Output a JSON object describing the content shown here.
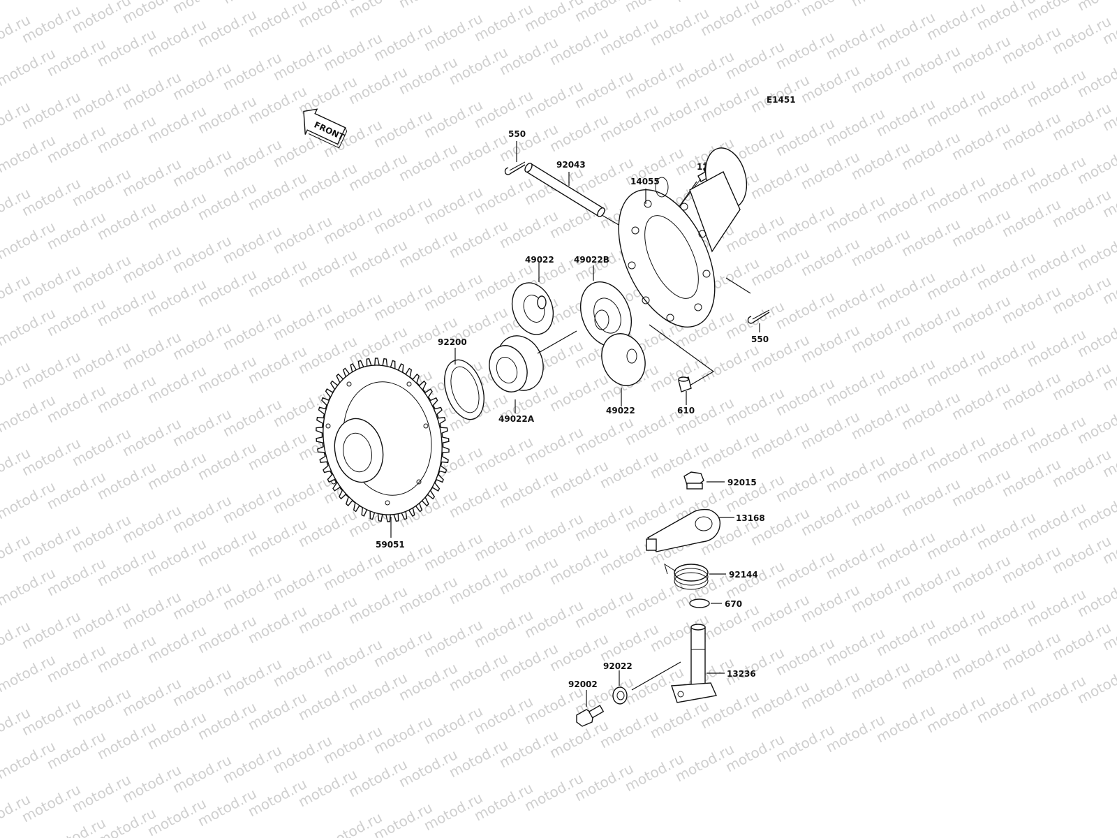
{
  "watermark": "motod.ru",
  "diagram_code": "E1451",
  "front_label": "FRONT",
  "callouts": {
    "c550a": "550",
    "c92043": "92043",
    "c120": "120",
    "c14055": "14055",
    "c49022_top": "49022",
    "c49022B": "49022B",
    "c92200": "92200",
    "c49022A": "49022A",
    "c49022_bottom": "49022",
    "c550b": "550",
    "c610": "610",
    "c59051": "59051",
    "c92015": "92015",
    "c13168": "13168",
    "c92144": "92144",
    "c670": "670",
    "c92022": "92022",
    "c13236": "13236",
    "c92002": "92002"
  }
}
